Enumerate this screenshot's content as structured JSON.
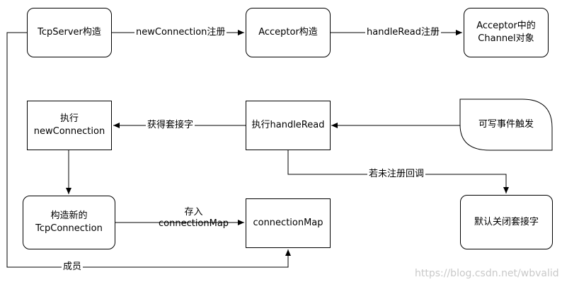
{
  "nodes": {
    "tcpserver": "TcpServer构造",
    "acceptor": "Acceptor构造",
    "acceptor_channel": "Acceptor中的\nChannel对象",
    "exec_newconn": "执行\nnewConnection",
    "exec_handleread": "执行handleRead",
    "writable_event": "可写事件触发",
    "construct_tcpconn": "构造新的\nTcpConnection",
    "connection_map": "connectionMap",
    "default_close": "默认关闭套接字"
  },
  "edges": {
    "newconn_register": "newConnection注册",
    "handleread_register": "handleRead注册",
    "get_socket": "获得套接字",
    "if_no_callback": "若未注册回调",
    "store_in_map": "存入\nconnectionMap",
    "member": "成员"
  },
  "watermark": "https://blog.csdn.net/wbvalid"
}
